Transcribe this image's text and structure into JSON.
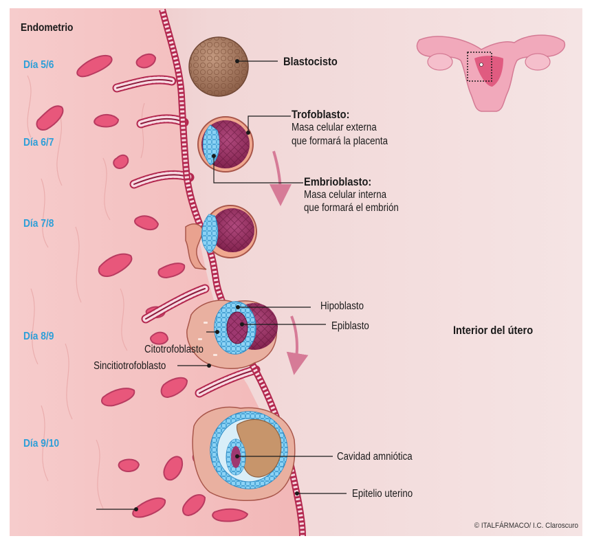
{
  "title": "Endometrio",
  "region_label": "Interior del útero",
  "colors": {
    "day_label": "#2e9fd8",
    "endometrium": "#f4c3c3",
    "uterus_interior": "#f3dede",
    "gland": "#e8577b",
    "epithelium": "#c23a5c",
    "trophoblast": "#8c1f4e",
    "epiblast_cells": "#49a8e0",
    "blastocyst": "#a7795e"
  },
  "days": [
    "Día 5/6",
    "Día 6/7",
    "Día 7/8",
    "Día 8/9",
    "Día 9/10"
  ],
  "labels": {
    "blastocisto": "Blastocisto",
    "trofoblasto_title": "Trofoblasto:",
    "trofoblasto_desc1": "Masa celular externa",
    "trofoblasto_desc2": "que formará la placenta",
    "embrioblasto_title": "Embrioblasto:",
    "embrioblasto_desc1": "Masa celular interna",
    "embrioblasto_desc2": "que formará el embrión",
    "hipoblasto": "Hipoblasto",
    "epiblasto": "Epiblasto",
    "citotrofoblasto": "Citotrofoblasto",
    "sincitiotrofoblasto": "Sincitiotrofoblasto",
    "cavidad_amniotica": "Cavidad amniótica",
    "epitelio_uterino": "Epitelio uterino"
  },
  "credit": "© ITALFÁRMACO/ I.C. Claroscuro"
}
